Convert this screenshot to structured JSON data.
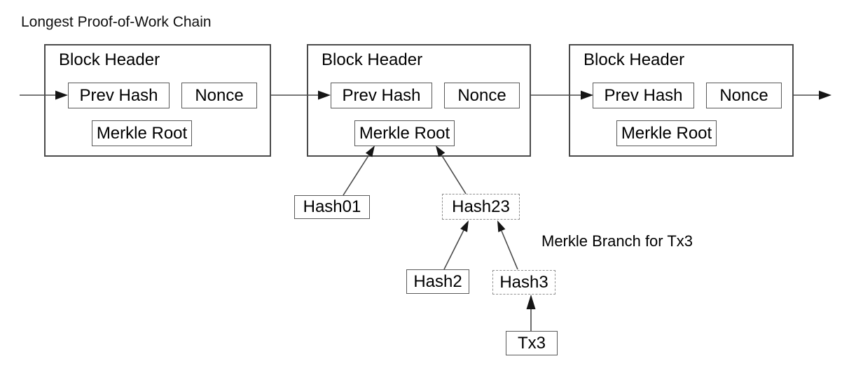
{
  "title": "Longest Proof-of-Work Chain",
  "blocks": [
    {
      "header": "Block Header",
      "prev_hash": "Prev Hash",
      "nonce": "Nonce",
      "merkle_root": "Merkle Root"
    },
    {
      "header": "Block Header",
      "prev_hash": "Prev Hash",
      "nonce": "Nonce",
      "merkle_root": "Merkle Root"
    },
    {
      "header": "Block Header",
      "prev_hash": "Prev Hash",
      "nonce": "Nonce",
      "merkle_root": "Merkle Root"
    }
  ],
  "merkle_tree": {
    "hash01": "Hash01",
    "hash23": "Hash23",
    "hash2": "Hash2",
    "hash3": "Hash3",
    "tx3": "Tx3",
    "branch_label": "Merkle Branch for Tx3"
  },
  "colors": {
    "background": "#ffffff",
    "box_border": "#595959",
    "block_border": "#4a4a4a",
    "dashed_border": "#8f8f8f",
    "line": "#4a4a4a",
    "arrowhead": "#151515",
    "text": "#000000"
  }
}
